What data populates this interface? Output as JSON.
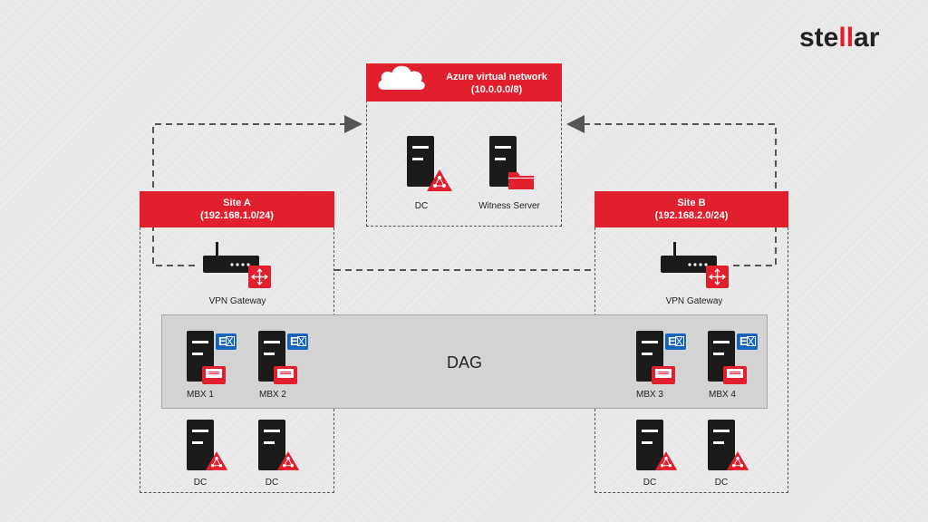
{
  "logo": {
    "text_before": "ste",
    "text_accent": "ll",
    "text_after": "ar"
  },
  "azure": {
    "title": "Azure virtual network",
    "subnet": "(10.0.0.0/8)",
    "dc_label": "DC",
    "witness_label": "Witness Server"
  },
  "site_a": {
    "title": "Site A",
    "subnet": "(192.168.1.0/24)",
    "gateway_label": "VPN Gateway",
    "dc1_label": "DC",
    "dc2_label": "DC"
  },
  "site_b": {
    "title": "Site B",
    "subnet": "(192.168.2.0/24)",
    "gateway_label": "VPN Gateway",
    "dc1_label": "DC",
    "dc2_label": "DC"
  },
  "dag": {
    "label": "DAG",
    "mbx": [
      "MBX 1",
      "MBX 2",
      "MBX 3",
      "MBX 4"
    ]
  },
  "colors": {
    "accent": "#e21f2d",
    "dark": "#1a1a1a",
    "exchange_blue": "#1565c0"
  }
}
